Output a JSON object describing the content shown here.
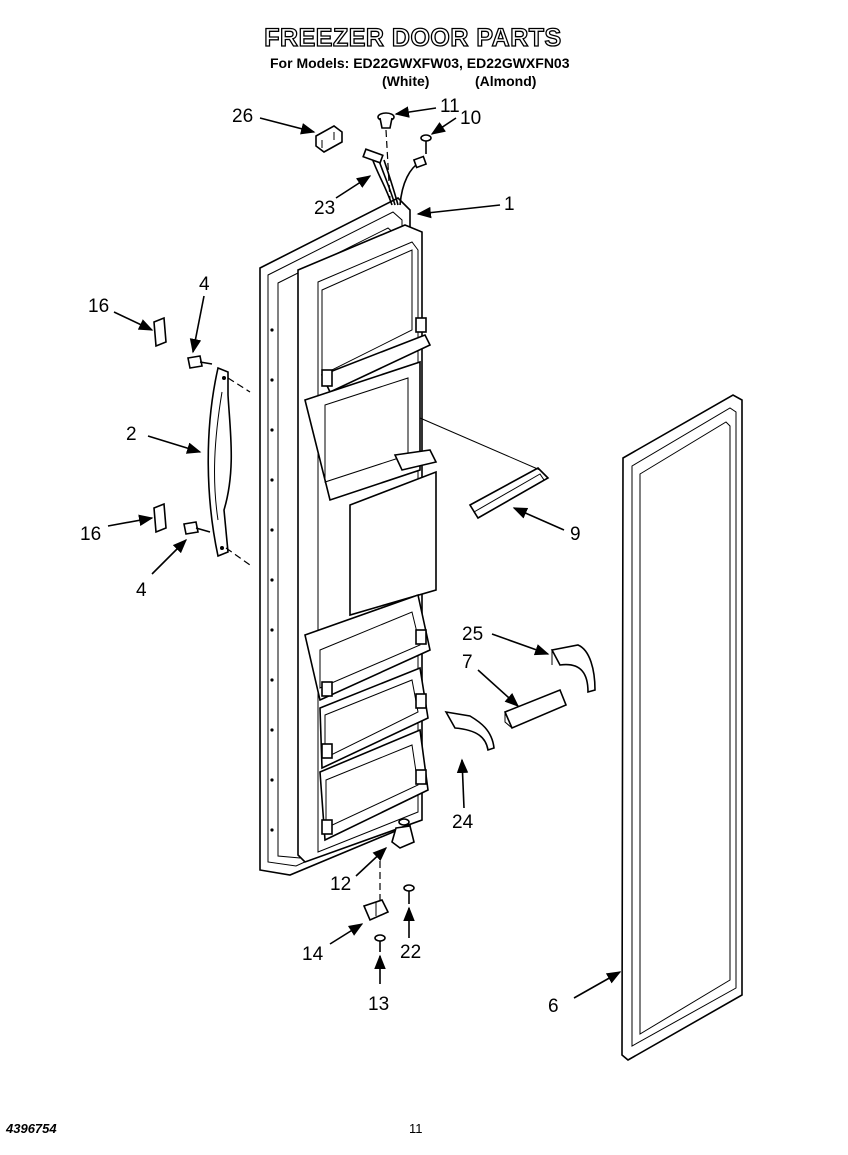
{
  "header": {
    "title": "FREEZER DOOR PARTS",
    "subtitle": "For Models: ED22GWXFW03, ED22GWXFN03",
    "variant_white": "(White)",
    "variant_almond": "(Almond)"
  },
  "callouts": [
    {
      "id": "c26",
      "label": "26"
    },
    {
      "id": "c11",
      "label": "11"
    },
    {
      "id": "c10",
      "label": "10"
    },
    {
      "id": "c23",
      "label": "23"
    },
    {
      "id": "c1",
      "label": "1"
    },
    {
      "id": "c4a",
      "label": "4"
    },
    {
      "id": "c16a",
      "label": "16"
    },
    {
      "id": "c2",
      "label": "2"
    },
    {
      "id": "c16b",
      "label": "16"
    },
    {
      "id": "c4b",
      "label": "4"
    },
    {
      "id": "c9",
      "label": "9"
    },
    {
      "id": "c25",
      "label": "25"
    },
    {
      "id": "c7",
      "label": "7"
    },
    {
      "id": "c24",
      "label": "24"
    },
    {
      "id": "c12",
      "label": "12"
    },
    {
      "id": "c14",
      "label": "14"
    },
    {
      "id": "c22",
      "label": "22"
    },
    {
      "id": "c13",
      "label": "13"
    },
    {
      "id": "c6",
      "label": "6"
    }
  ],
  "footer": {
    "doc_number": "4396754",
    "page_number": "11"
  }
}
